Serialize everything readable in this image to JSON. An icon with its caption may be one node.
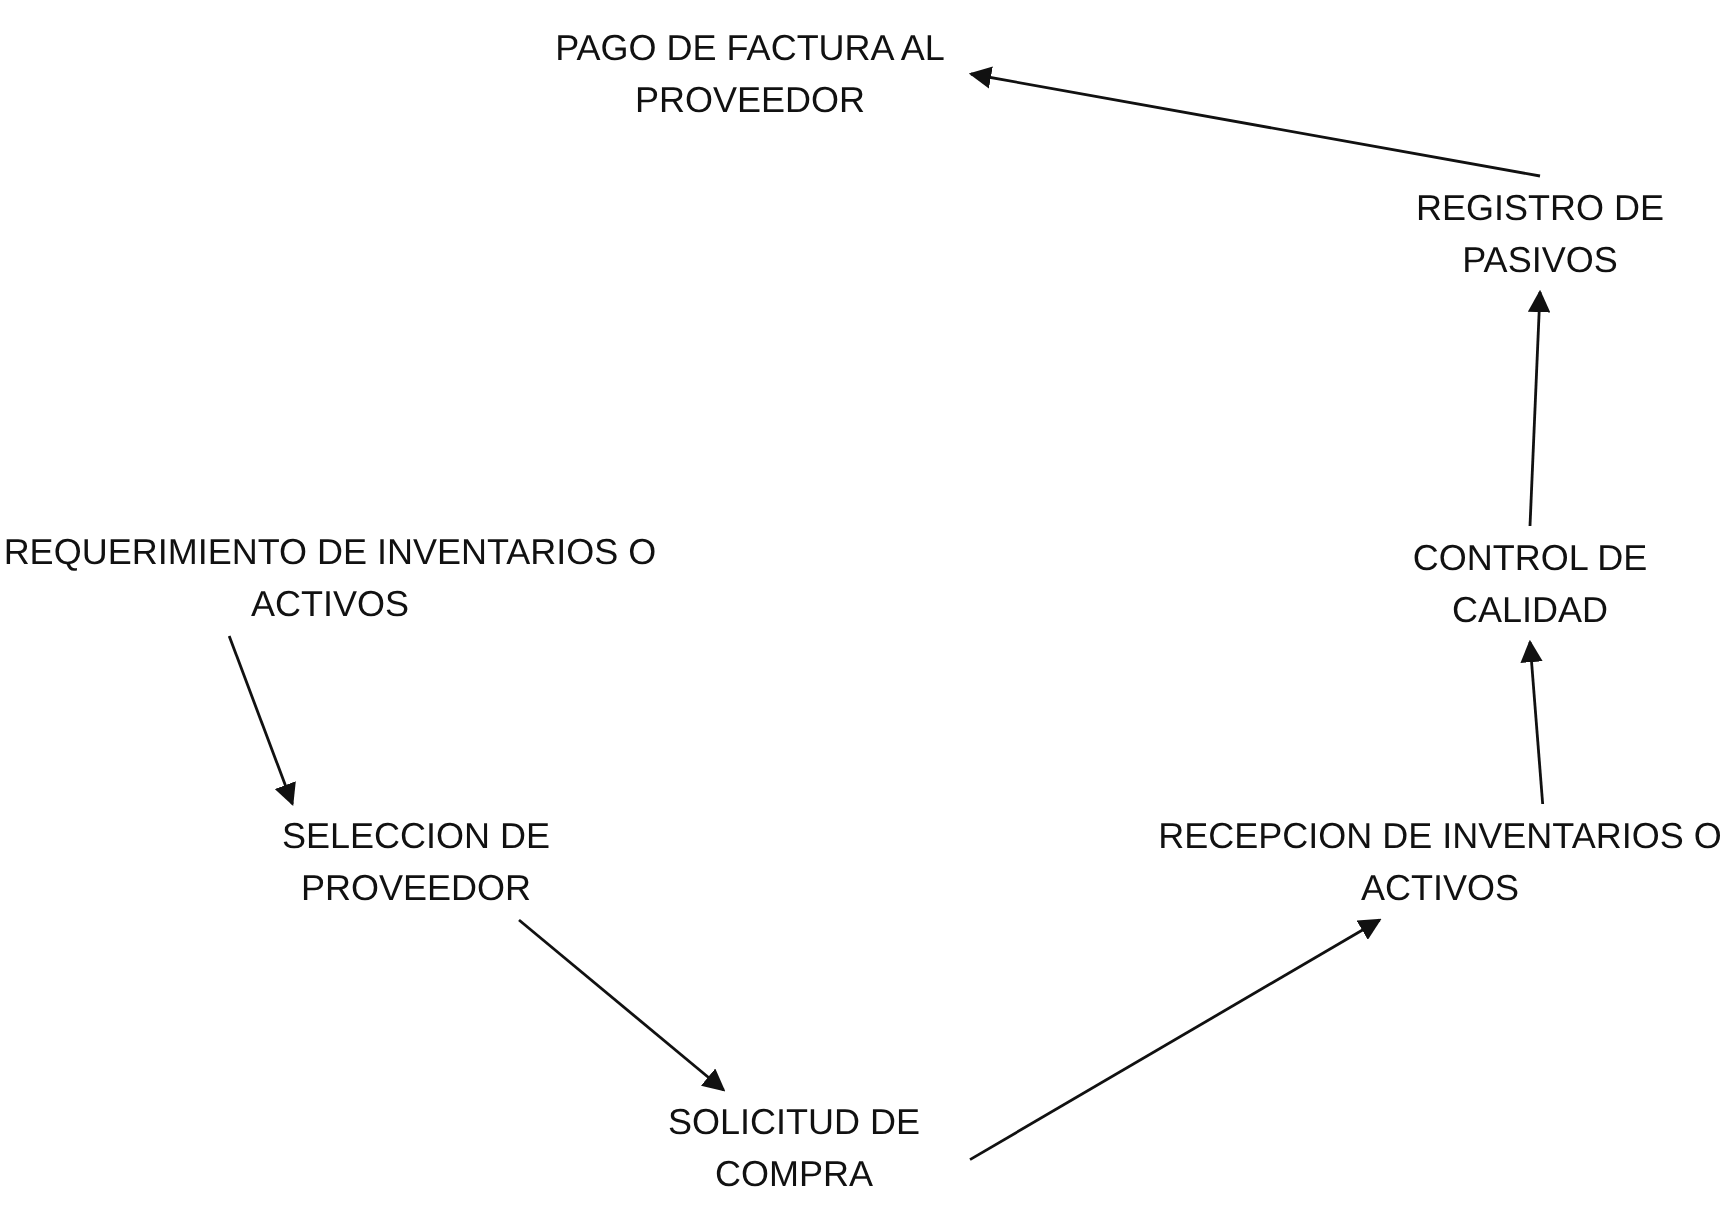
{
  "diagram": {
    "nodes": [
      {
        "text": [
          "PAGO DE FACTURA AL PROVEEDOR"
        ]
      },
      {
        "text": [
          "REGISTRO DE PASIVOS"
        ]
      },
      {
        "text": [
          "REQUERIMIENTO DE INVENTARIOS O ACTIVOS"
        ]
      },
      {
        "text": [
          "CONTROL DE CALIDAD"
        ]
      },
      {
        "text": [
          "SELECCION DE PROVEEDOR"
        ]
      },
      {
        "text": [
          "RECEPCION DE INVENTARIOS O ACTIVOS"
        ]
      },
      {
        "text": [
          "SOLICITUD DE COMPRA"
        ]
      }
    ],
    "edges": [
      {
        "from": 2,
        "to": 4,
        "arrow": "to"
      },
      {
        "from": 4,
        "to": 6,
        "arrow": "to"
      },
      {
        "from": 6,
        "to": 5,
        "arrow": "to"
      },
      {
        "from": 5,
        "to": 3,
        "arrow": "to"
      },
      {
        "from": 3,
        "to": 1,
        "arrow": "to"
      },
      {
        "from": 1,
        "to": 0,
        "arrow": "to"
      }
    ]
  }
}
